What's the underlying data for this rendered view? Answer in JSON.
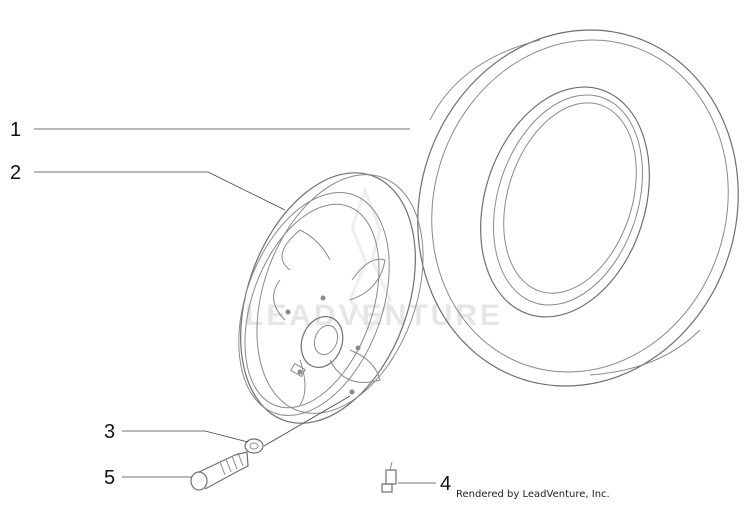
{
  "callouts": [
    {
      "id": "1",
      "label": "1"
    },
    {
      "id": "2",
      "label": "2"
    },
    {
      "id": "3",
      "label": "3"
    },
    {
      "id": "4",
      "label": "4"
    },
    {
      "id": "5",
      "label": "5"
    }
  ],
  "credit": "Rendered by LeadVenture, Inc.",
  "watermark": "LEADVENTURE"
}
